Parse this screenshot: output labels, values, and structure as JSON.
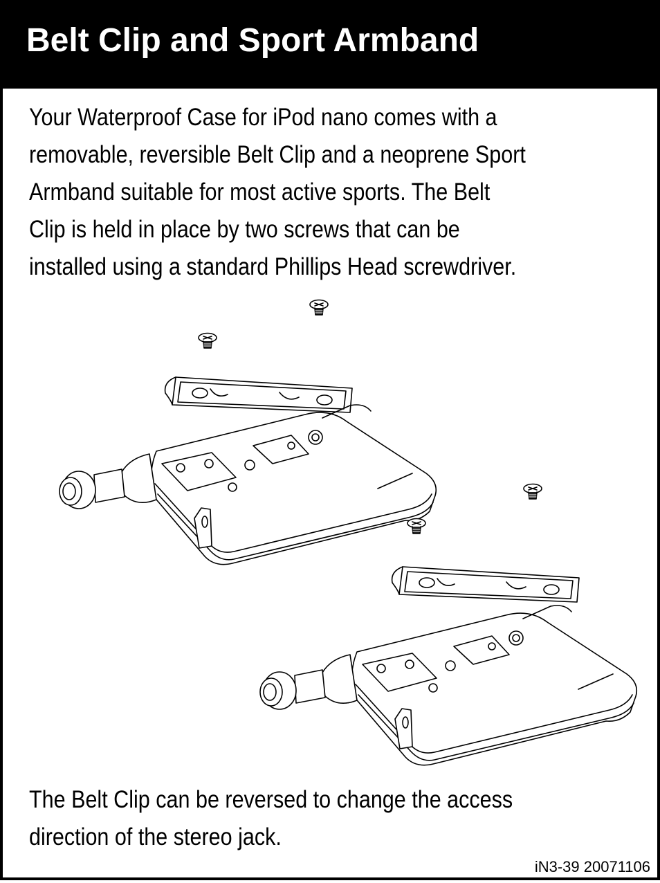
{
  "header": {
    "title": "Belt Clip and Sport Armband"
  },
  "intro": {
    "lines": [
      "Your Waterproof Case for iPod nano comes with a",
      "removable, reversible Belt Clip and a neoprene Sport",
      "Armband suitable for most active sports.  The Belt",
      "Clip is held in place by two screws that can be",
      "installed using a standard Phillips Head screwdriver."
    ]
  },
  "outro": {
    "lines": [
      "The Belt Clip can be reversed to change the access",
      "direction of the stereo jack."
    ]
  },
  "footer": {
    "code": "iN3-39 20071106"
  },
  "colors": {
    "header_background": "#000000",
    "header_text": "#ffffff",
    "line_art": "#000000"
  },
  "icons": [
    "phillips-screw-icon"
  ]
}
